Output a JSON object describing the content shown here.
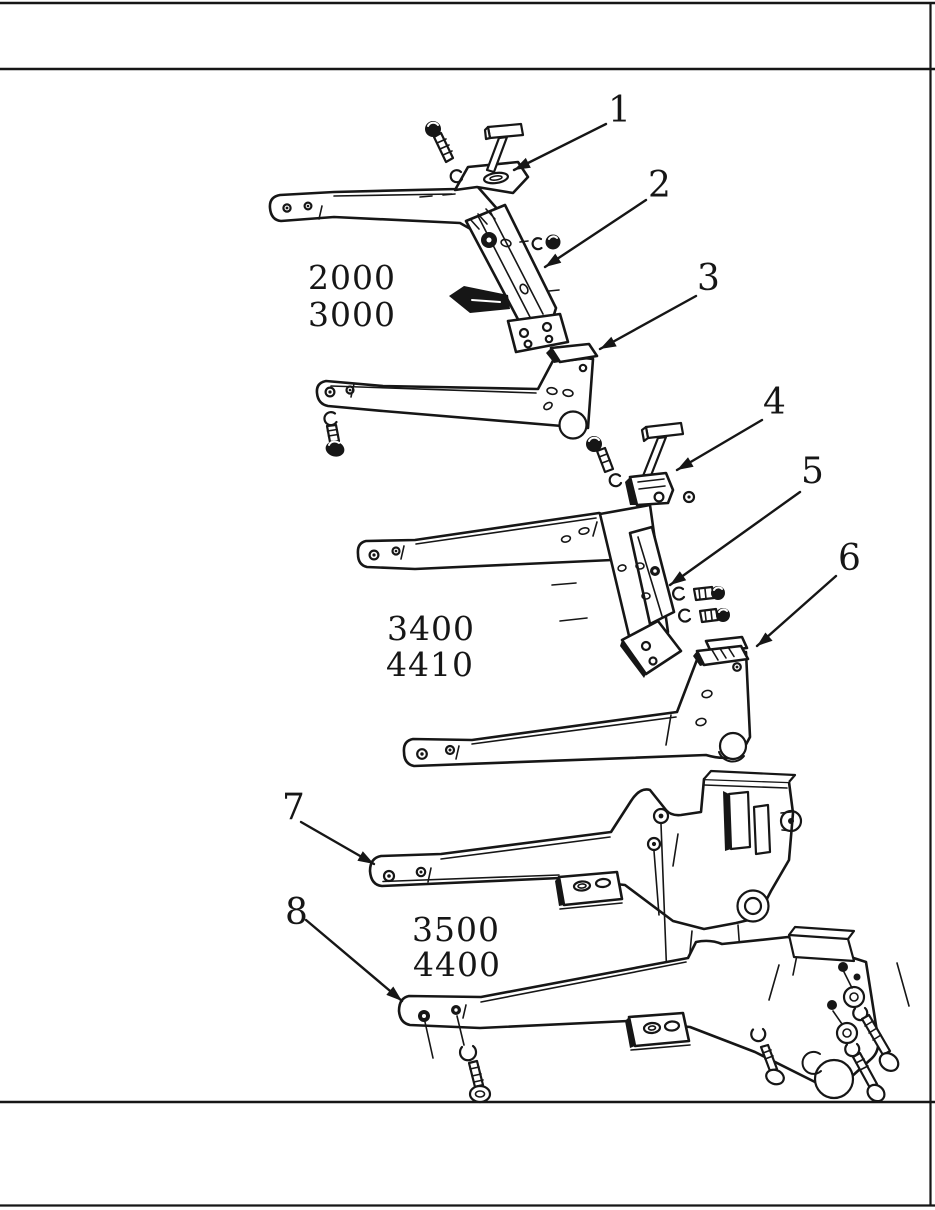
{
  "page": {
    "paper_color": "#ffffff",
    "ink_color": "#161616",
    "figure": "exploded-parts line diagram of tractor lift arm and bracket assemblies"
  },
  "callouts": {
    "c1": {
      "label": "1"
    },
    "c2": {
      "label": "2"
    },
    "c3": {
      "label": "3"
    },
    "c4": {
      "label": "4"
    },
    "c5": {
      "label": "5"
    },
    "c6": {
      "label": "6"
    },
    "c7": {
      "label": "7"
    },
    "c8": {
      "label": "8"
    }
  },
  "model_labels": {
    "group1": {
      "line1": "2000",
      "line2": "3000"
    },
    "group2": {
      "line1": "3400",
      "line2": "4410"
    },
    "group3": {
      "line1": "3500",
      "line2": "4400"
    }
  }
}
